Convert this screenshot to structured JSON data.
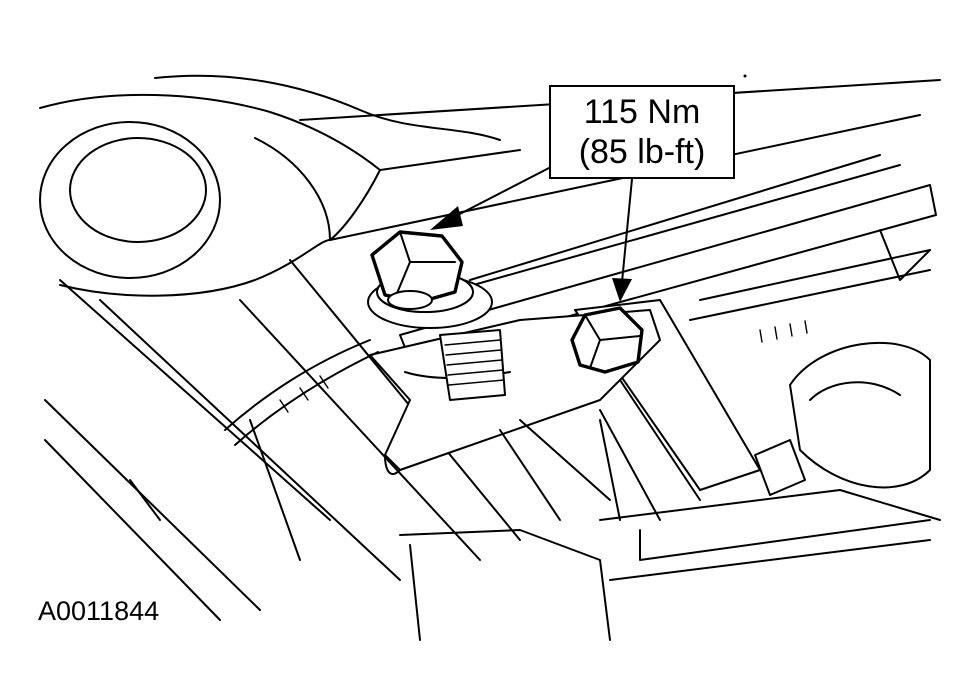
{
  "callout": {
    "torque_metric": "115 Nm",
    "torque_imperial": "(85 lb-ft)"
  },
  "figure_id": "A0011844",
  "colors": {
    "line": "#000000",
    "background": "#ffffff"
  }
}
